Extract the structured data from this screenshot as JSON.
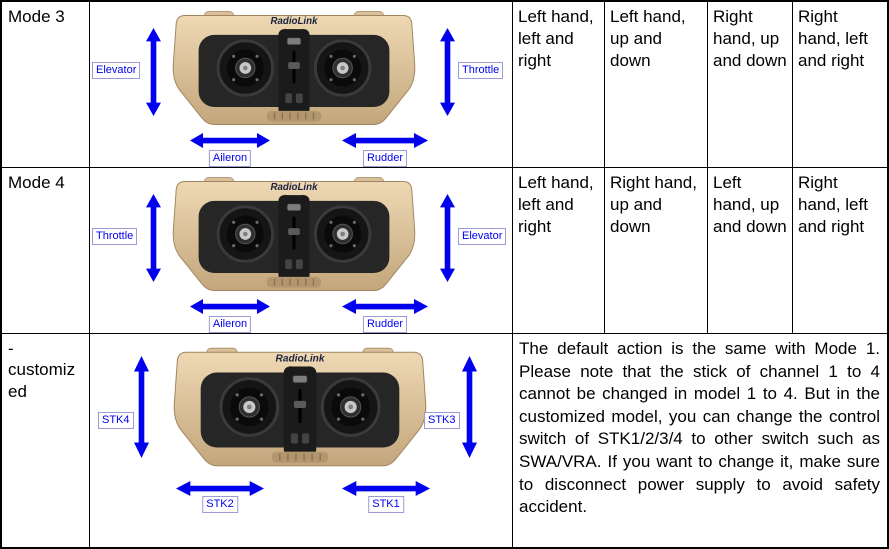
{
  "brand": "RadioLink",
  "colors": {
    "accent_blue": "#0101ee",
    "led_red": "#e82222",
    "led_amber": "#e8a21a",
    "led_green": "#46b822",
    "body_tan": "#d8bf99"
  },
  "rows": [
    {
      "mode": "Mode 3",
      "labels": {
        "left": "Elevator",
        "right": "Throttle",
        "bottom_left": "Aileron",
        "bottom_right": "Rudder"
      },
      "cells": [
        "Left hand, left and right",
        "Left hand, up and down",
        "Right hand, up and down",
        "Right hand, left and right"
      ]
    },
    {
      "mode": "Mode 4",
      "labels": {
        "left": "Throttle",
        "right": "Elevator",
        "bottom_left": "Aileron",
        "bottom_right": "Rudder"
      },
      "cells": [
        "Left hand, left and right",
        "Right hand, up and down",
        "Left hand, up and down",
        "Right hand, left and right"
      ]
    },
    {
      "mode": "-customized",
      "labels": {
        "left": "STK4",
        "right": "STK3",
        "bottom_left": "STK2",
        "bottom_right": "STK1"
      },
      "description": "The default action is the same with Mode 1. Please note that the stick of channel 1 to 4 cannot be changed in model 1 to 4. But in the customized model, you can change the control switch of STK1/2/3/4 to other switch such as SWA/VRA. If you want to change it, make sure to disconnect power supply to avoid safety accident."
    }
  ]
}
